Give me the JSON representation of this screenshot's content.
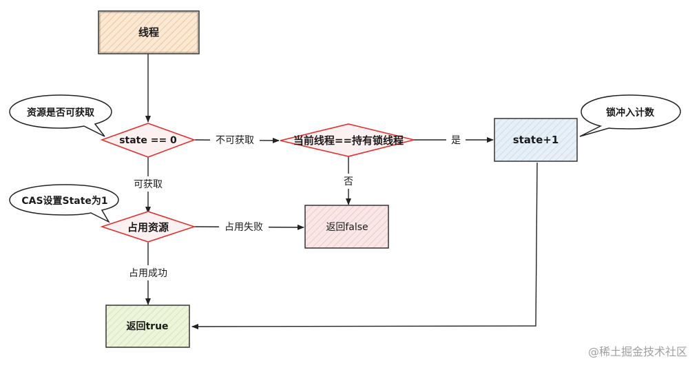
{
  "nodes": {
    "thread": "线程",
    "state_check": "state == 0",
    "owner_check": "当前线程==持有锁线程",
    "state_inc": "state+1",
    "occupy": "占用资源",
    "return_false": "返回false",
    "return_true": "返回true"
  },
  "edges": {
    "not_acquirable": "不可获取",
    "yes": "是",
    "no": "否",
    "acquirable": "可获取",
    "occupy_fail": "占用失败",
    "occupy_success": "占用成功"
  },
  "bubbles": {
    "resource_available": "资源是否可获取",
    "cas_set": "CAS设置State为1",
    "reentrant_count": "锁冲入计数"
  },
  "watermark": "@稀土掘金技术社区",
  "colors": {
    "orange_fill": "#f7dfc4",
    "orange_stroke": "#e9a866",
    "blue_fill": "#dfeaf4",
    "pink_fill": "#f6dede",
    "green_fill": "#e4efcc",
    "diamond_stroke": "#e03030"
  }
}
